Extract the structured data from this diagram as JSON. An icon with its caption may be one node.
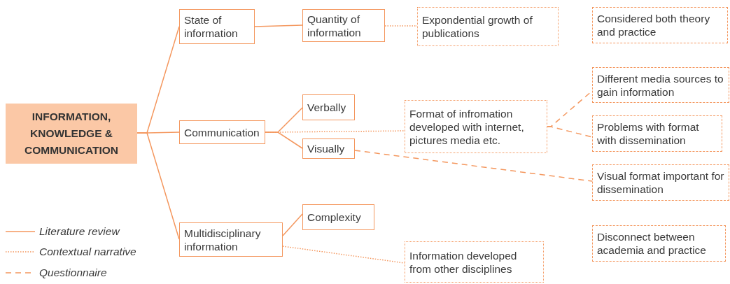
{
  "diagram": {
    "nodes": [
      {
        "text": [
          "INFORMATION, KNOWLEDGE & COMMUNICATION"
        ]
      },
      {
        "text": [
          "State of information"
        ]
      },
      {
        "text": [
          "Communication"
        ]
      },
      {
        "text": [
          "Multidisciplinary information"
        ]
      },
      {
        "text": [
          "Quantity of information"
        ]
      },
      {
        "text": [
          "Verbally"
        ]
      },
      {
        "text": [
          "Visually"
        ]
      },
      {
        "text": [
          "Complexity"
        ]
      },
      {
        "text": [
          "Expondential growth of publications"
        ]
      },
      {
        "text": [
          "Format of infromation developed with internet, pictures media etc."
        ]
      },
      {
        "text": [
          "Information developed from other disciplines"
        ]
      },
      {
        "text": [
          "Considered both theory and practice"
        ]
      },
      {
        "text": [
          "Different media sources to gain information"
        ]
      },
      {
        "text": [
          "Problems with format with dissemination"
        ]
      },
      {
        "text": [
          "Visual format important for dissemination"
        ]
      },
      {
        "text": [
          "Disconnect between academia and practice"
        ]
      }
    ],
    "edges": [
      {
        "from": 0,
        "to": 1,
        "arrow": "none"
      },
      {
        "from": 0,
        "to": 2,
        "arrow": "none"
      },
      {
        "from": 0,
        "to": 3,
        "arrow": "none"
      },
      {
        "from": 1,
        "to": 4,
        "arrow": "none"
      },
      {
        "from": 2,
        "to": 5,
        "arrow": "none"
      },
      {
        "from": 2,
        "to": 6,
        "arrow": "none"
      },
      {
        "from": 3,
        "to": 7,
        "arrow": "none"
      },
      {
        "from": 4,
        "to": 8,
        "arrow": "none",
        "style": "dashed"
      },
      {
        "from": 2,
        "to": 9,
        "arrow": "none",
        "style": "dashed"
      },
      {
        "from": 3,
        "to": 10,
        "arrow": "none",
        "style": "dashed"
      },
      {
        "from": 9,
        "to": 12,
        "arrow": "none",
        "style": "dashed"
      },
      {
        "from": 9,
        "to": 13,
        "arrow": "none",
        "style": "dashed"
      },
      {
        "from": 6,
        "to": 14,
        "arrow": "none",
        "style": "dashed"
      }
    ],
    "legend": [
      {
        "text": "Literature review"
      },
      {
        "text": "Contextual narrative"
      },
      {
        "text": "Questionnaire"
      }
    ]
  }
}
